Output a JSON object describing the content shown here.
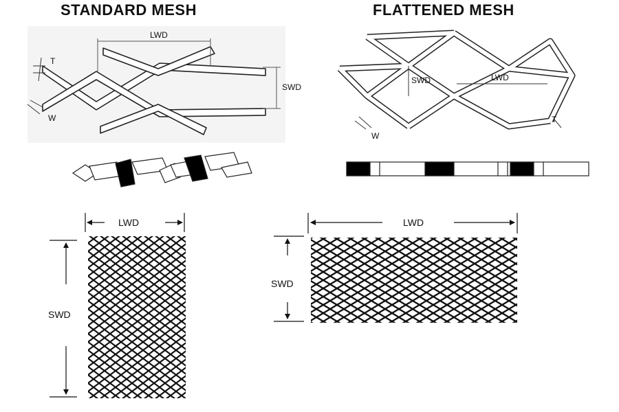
{
  "titles": {
    "standard": "STANDARD MESH",
    "flattened": "FLATTENED MESH"
  },
  "standard_detail": {
    "lwd": "LWD",
    "swd": "SWD",
    "t": "T",
    "w": "W"
  },
  "flattened_detail": {
    "lwd": "LWD",
    "swd": "SWD",
    "t": "T",
    "w": "W"
  },
  "standard_sample": {
    "lwd": "LWD",
    "swd": "SWD"
  },
  "flattened_sample": {
    "lwd": "LWD",
    "swd": "SWD"
  },
  "colors": {
    "line": "#222222",
    "fill_dark": "#000000",
    "panel_bg": "#f4f4f4"
  }
}
